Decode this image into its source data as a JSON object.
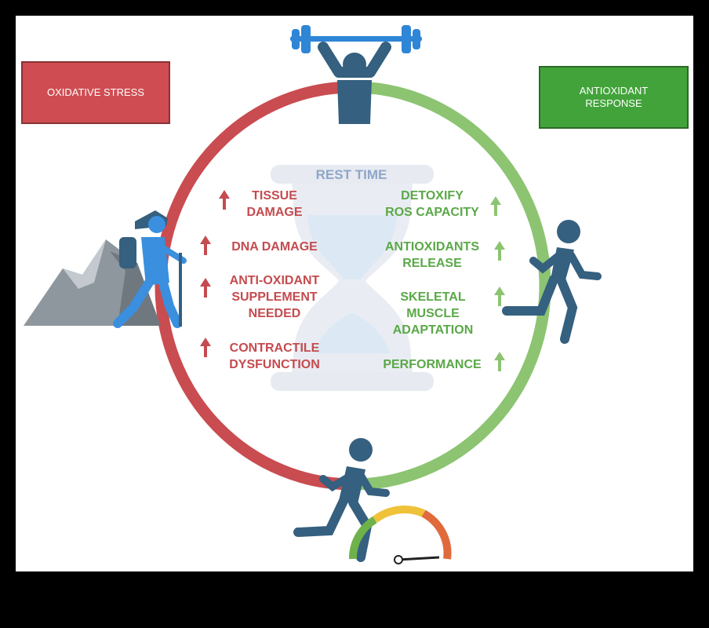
{
  "labels": {
    "oxidative_stress": "OXIDATIVE STRESS",
    "antioxidant_response": "ANTIOXIDANT\nRESPONSE",
    "rest_time": "REST TIME"
  },
  "stress_effects": [
    "TISSUE\nDAMAGE",
    "DNA DAMAGE",
    "ANTI-OXIDANT\nSUPPLEMENT\nNEEDED",
    "CONTRACTILE\nDYSFUNCTION"
  ],
  "response_effects": [
    "DETOXIFY\nROS CAPACITY",
    "ANTIOXIDANTS\nRELEASE",
    "SKELETAL\nMUSCLE\nADAPTATION",
    "PERFORMANCE"
  ],
  "colors": {
    "stress_red": "#c44b4f",
    "response_green": "#5aa848",
    "ring_red": "#c94c50",
    "ring_green": "#8cc472",
    "figure_blue": "#35607f",
    "weight_blue": "#2f86d6",
    "hiker_blue": "#3a8fde",
    "hourglass": "#e7ebf1"
  },
  "icons": [
    "weightlifter-icon",
    "hiker-icon",
    "mountain-icon",
    "runner-icon",
    "sprinter-icon",
    "speed-gauge-icon",
    "hourglass-icon",
    "up-arrow-icon"
  ]
}
